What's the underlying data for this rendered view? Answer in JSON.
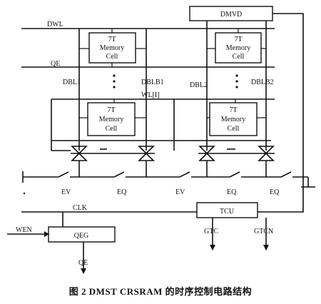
{
  "labels": {
    "dwl": "DWL",
    "qe_in": "QE",
    "dbl1": "DBL1",
    "dblb1": "DBLB1",
    "dbl2": "DBL2",
    "dblb2": "DBLB2",
    "wl": "WL[I]",
    "ev1": "EV",
    "eq1": "EQ",
    "ev2": "EV",
    "eq2": "EQ",
    "eq3": "EQ",
    "clk": "CLK",
    "wen": "WEN",
    "gtc": "GTC",
    "gtcn": "GTCN",
    "qe_out": "QE"
  },
  "blocks": {
    "dmvd": "DMVD",
    "tcu": "TCU",
    "qeg": "QEG",
    "cell": [
      "7T",
      "Memory",
      "Cell"
    ]
  },
  "caption": "图 2   DMST CRSRAM 的时序控制电路结构"
}
